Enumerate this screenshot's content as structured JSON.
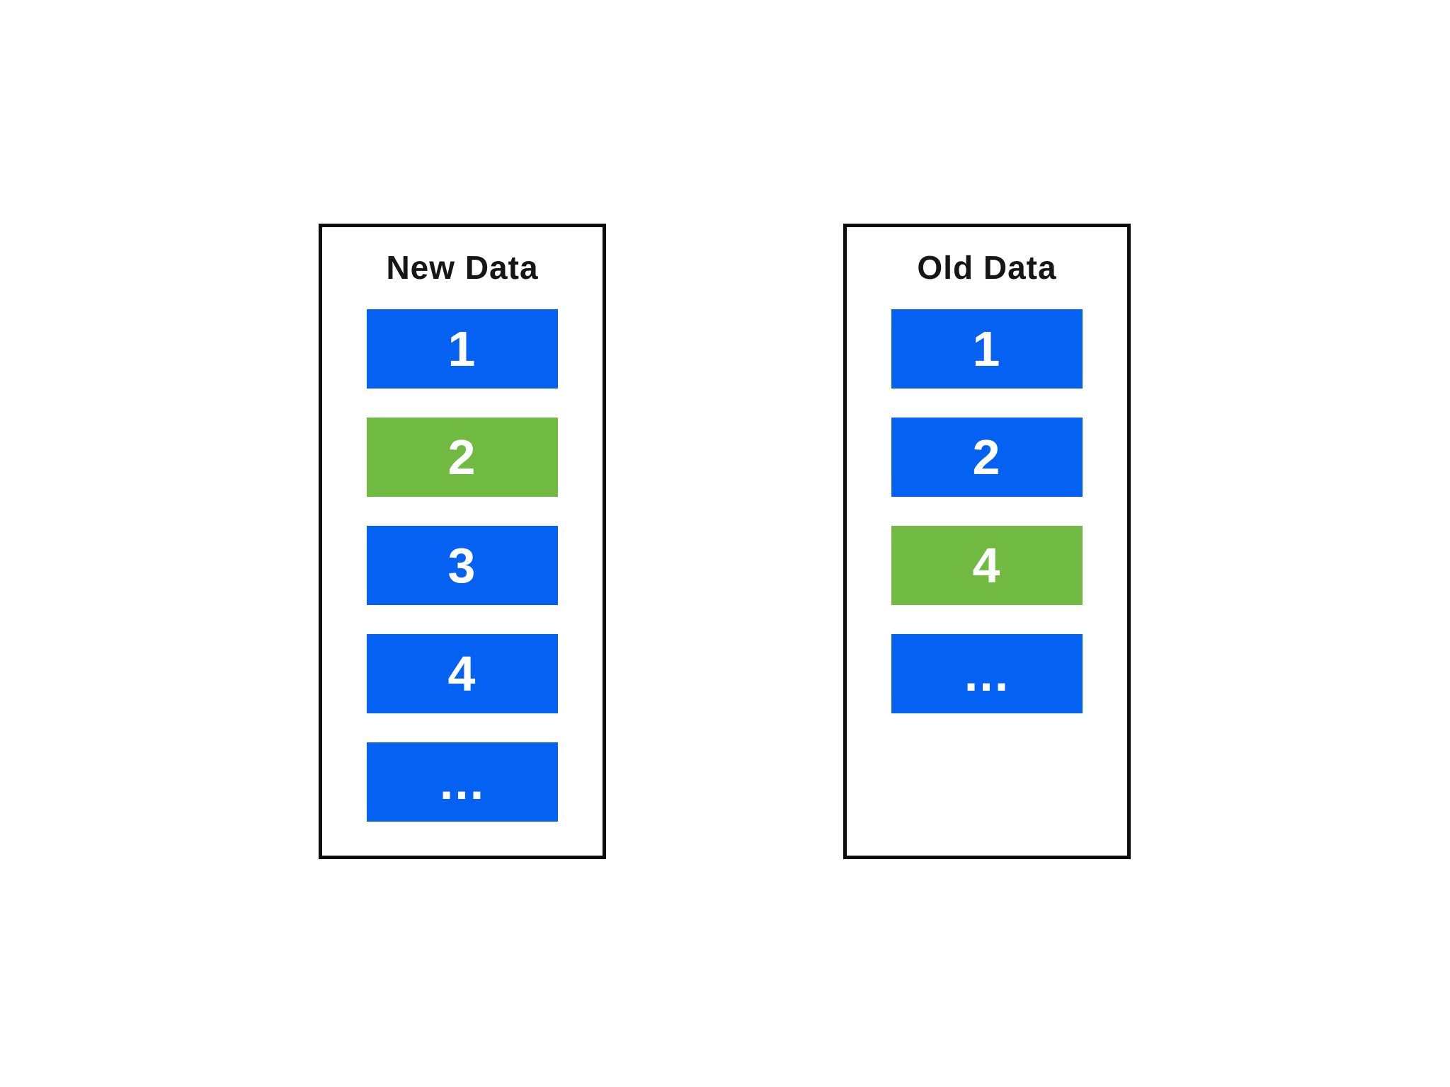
{
  "page": {
    "background": "#ffffff"
  },
  "palette": {
    "blue": "#0561f2",
    "green": "#70ba42",
    "panel_border": "#0d0d0d",
    "title_text": "#161616",
    "block_text": "#ffffff"
  },
  "columns": [
    {
      "title": "New Data",
      "blocks": [
        {
          "label": "1",
          "color": "#0561f2"
        },
        {
          "label": "2",
          "color": "#70ba42"
        },
        {
          "label": "3",
          "color": "#0561f2"
        },
        {
          "label": "4",
          "color": "#0561f2"
        },
        {
          "label": "...",
          "color": "#0561f2"
        }
      ]
    },
    {
      "title": "Old Data",
      "blocks": [
        {
          "label": "1",
          "color": "#0561f2"
        },
        {
          "label": "2",
          "color": "#0561f2"
        },
        {
          "label": "4",
          "color": "#70ba42"
        },
        {
          "label": "...",
          "color": "#0561f2"
        }
      ]
    }
  ]
}
